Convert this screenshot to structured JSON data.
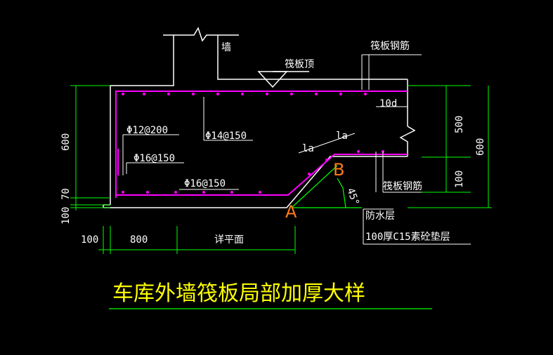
{
  "title": "车库外墙筏板局部加厚大样",
  "labels": {
    "wall": "墙",
    "raft_top": "筏板顶",
    "raft_rebar_top": "筏板钢筋",
    "raft_rebar_right": "筏板钢筋",
    "ten_d": "10d",
    "la_left": "la",
    "la_right": "la",
    "angle": "45°",
    "point_a": "A",
    "point_b": "B",
    "waterproof": "防水层",
    "cushion": "100厚C15素砼垫层",
    "rebar_1": "Φ12@200",
    "rebar_2": "Φ14@150",
    "rebar_3": "Φ16@150",
    "rebar_4": "Φ16@150",
    "see_plan": "详平面"
  },
  "dimensions": {
    "left_600": "600",
    "left_70": "70",
    "left_100": "100",
    "right_500": "500",
    "right_100": "100",
    "right_600": "600",
    "bottom_100": "100",
    "bottom_800": "800"
  },
  "colors": {
    "background": "#000000",
    "outline": "#ffffff",
    "rebar": "#ff00ff",
    "dimension": "#00ff00",
    "title": "#ffff00",
    "marker": "#ff7a1a"
  }
}
